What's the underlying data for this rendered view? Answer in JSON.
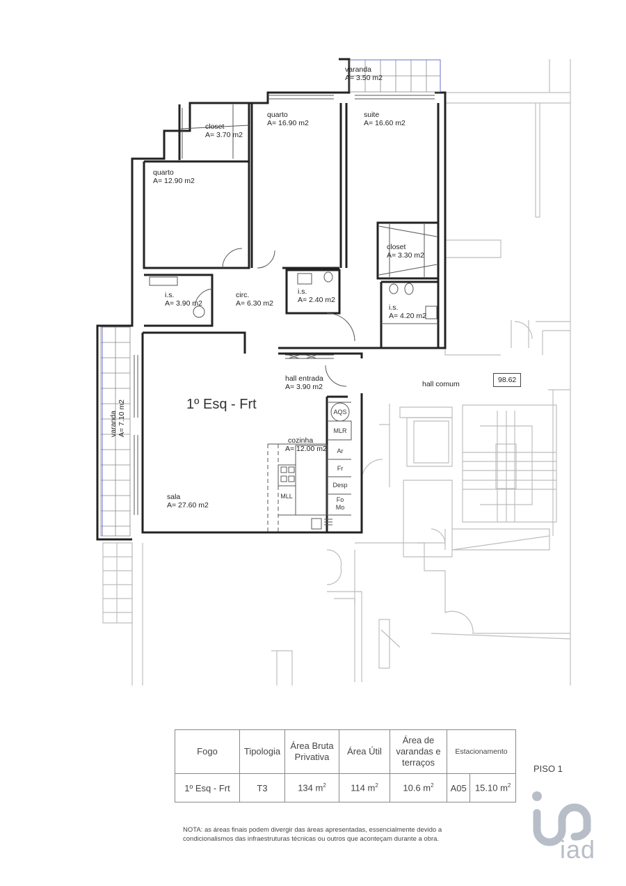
{
  "plan": {
    "unit_title": "1º Esq - Frt",
    "rooms": [
      {
        "name": "varanda",
        "area": "A= 3.50 m2"
      },
      {
        "name": "closet",
        "area": "A= 3.70 m2"
      },
      {
        "name": "quarto",
        "area": "A= 16.90 m2"
      },
      {
        "name": "suite",
        "area": "A= 16.60 m2"
      },
      {
        "name": "quarto",
        "area": "A= 12.90 m2"
      },
      {
        "name": "closet",
        "area": "A= 3.30 m2"
      },
      {
        "name": "i.s.",
        "area": "A= 3.90 m2"
      },
      {
        "name": "circ.",
        "area": "A= 6.30 m2"
      },
      {
        "name": "i.s.",
        "area": "A= 2.40 m2"
      },
      {
        "name": "i.s.",
        "area": "A= 4.20 m2"
      },
      {
        "name": "hall entrada",
        "area": "A= 3.90 m2"
      },
      {
        "name": "cozinha",
        "area": "A= 12.00 m2"
      },
      {
        "name": "sala",
        "area": "A= 27.60 m2"
      },
      {
        "name": "varanda",
        "area": "A= 7.10 m2"
      }
    ],
    "common_hall": "hall comum",
    "level_box": "98.62",
    "appliances": [
      "AQS",
      "MLR",
      "Ar",
      "Fr",
      "Desp",
      "Fo",
      "Mo",
      "MLL"
    ]
  },
  "table": {
    "headers": [
      "Fogo",
      "Tipologia",
      "Área Bruta",
      "Privativa",
      "Área Útil",
      "Área de",
      "varandas e",
      "terraços",
      "Estacionamento"
    ],
    "row": {
      "fogo": "1º Esq - Frt",
      "tipologia": "T3",
      "area_bruta": "134 m",
      "area_util": "114 m",
      "area_varandas": "10.6 m",
      "estacionamento_lugar": "A05",
      "estacionamento_area": "15.10 m",
      "sup": "2"
    }
  },
  "floor_label": "PISO 1",
  "note": {
    "line1": "NOTA: as áreas finais podem divergir das áreas apresentadas, essencialmente devido a",
    "line2": "condicionalismos das infraestruturas técnicas ou outros que aconteçam durante a obra."
  },
  "logo": {
    "text": "iad",
    "color": "#b8bec8"
  }
}
